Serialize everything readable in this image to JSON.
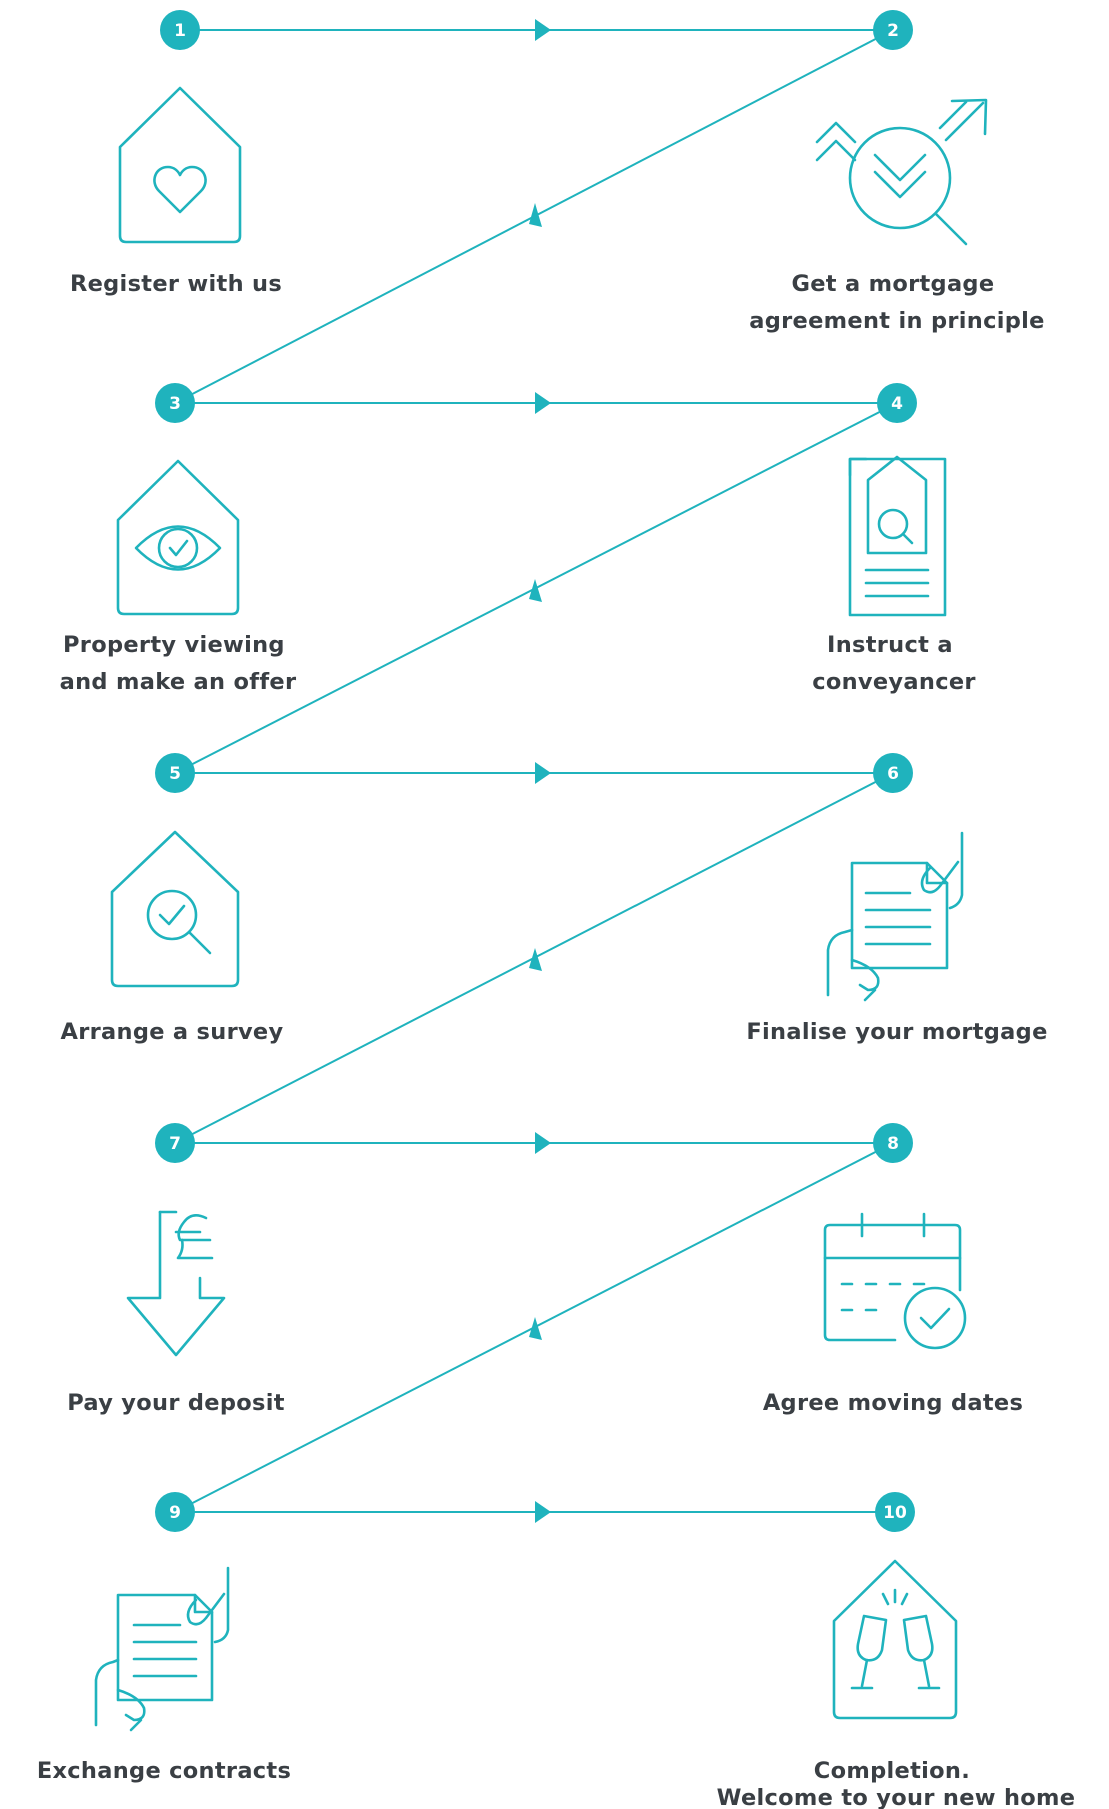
{
  "accent_color": "#1fb3bd",
  "text_color": "#3a3f44",
  "steps": [
    {
      "number": "1",
      "lines": [
        "Register with us"
      ],
      "icon": "heart-house-icon"
    },
    {
      "number": "2",
      "lines": [
        "Get a mortgage",
        "agreement in principle"
      ],
      "icon": "mortgage-search-icon"
    },
    {
      "number": "3",
      "lines": [
        "Property viewing",
        "and make an offer"
      ],
      "icon": "eye-house-icon"
    },
    {
      "number": "4",
      "lines": [
        "Instruct a",
        "conveyancer"
      ],
      "icon": "document-house-icon"
    },
    {
      "number": "5",
      "lines": [
        "Arrange a survey"
      ],
      "icon": "survey-house-icon"
    },
    {
      "number": "6",
      "lines": [
        "Finalise your mortgage"
      ],
      "icon": "hand-document-icon"
    },
    {
      "number": "7",
      "lines": [
        "Pay your deposit"
      ],
      "icon": "pound-arrow-icon"
    },
    {
      "number": "8",
      "lines": [
        "Agree moving dates"
      ],
      "icon": "calendar-check-icon"
    },
    {
      "number": "9",
      "lines": [
        "Exchange contracts"
      ],
      "icon": "hand-contract-icon"
    },
    {
      "number": "10",
      "lines": [
        "Completion.",
        "Welcome to your new home"
      ],
      "icon": "champagne-house-icon"
    }
  ]
}
